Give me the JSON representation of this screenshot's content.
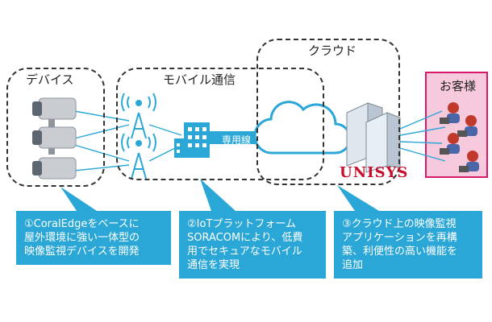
{
  "groups": {
    "device": "デバイス",
    "mobile": "モバイル通信",
    "cloud": "クラウド",
    "customer": "お客様"
  },
  "link_label": "専用線",
  "brand": "UNISYS",
  "callouts": [
    {
      "lines": [
        "①CoralEdgeをベースに",
        "屋外環境に強い一体型の",
        "映像監視デバイスを開発"
      ]
    },
    {
      "lines": [
        "②IoTプラットフォーム",
        "SORACOMにより、低費",
        "用でセキュアなモバイル",
        "通信を実現"
      ]
    },
    {
      "lines": [
        "③クラウド上の映像監視",
        "アプリケーションを再構",
        "築、利便性の高い機能を",
        "追加"
      ]
    }
  ],
  "colors": {
    "accent": "#2aa7d6",
    "customer_fill": "#f7c9dc",
    "customer_border": "#d6196b",
    "brand": "#c8102e"
  }
}
